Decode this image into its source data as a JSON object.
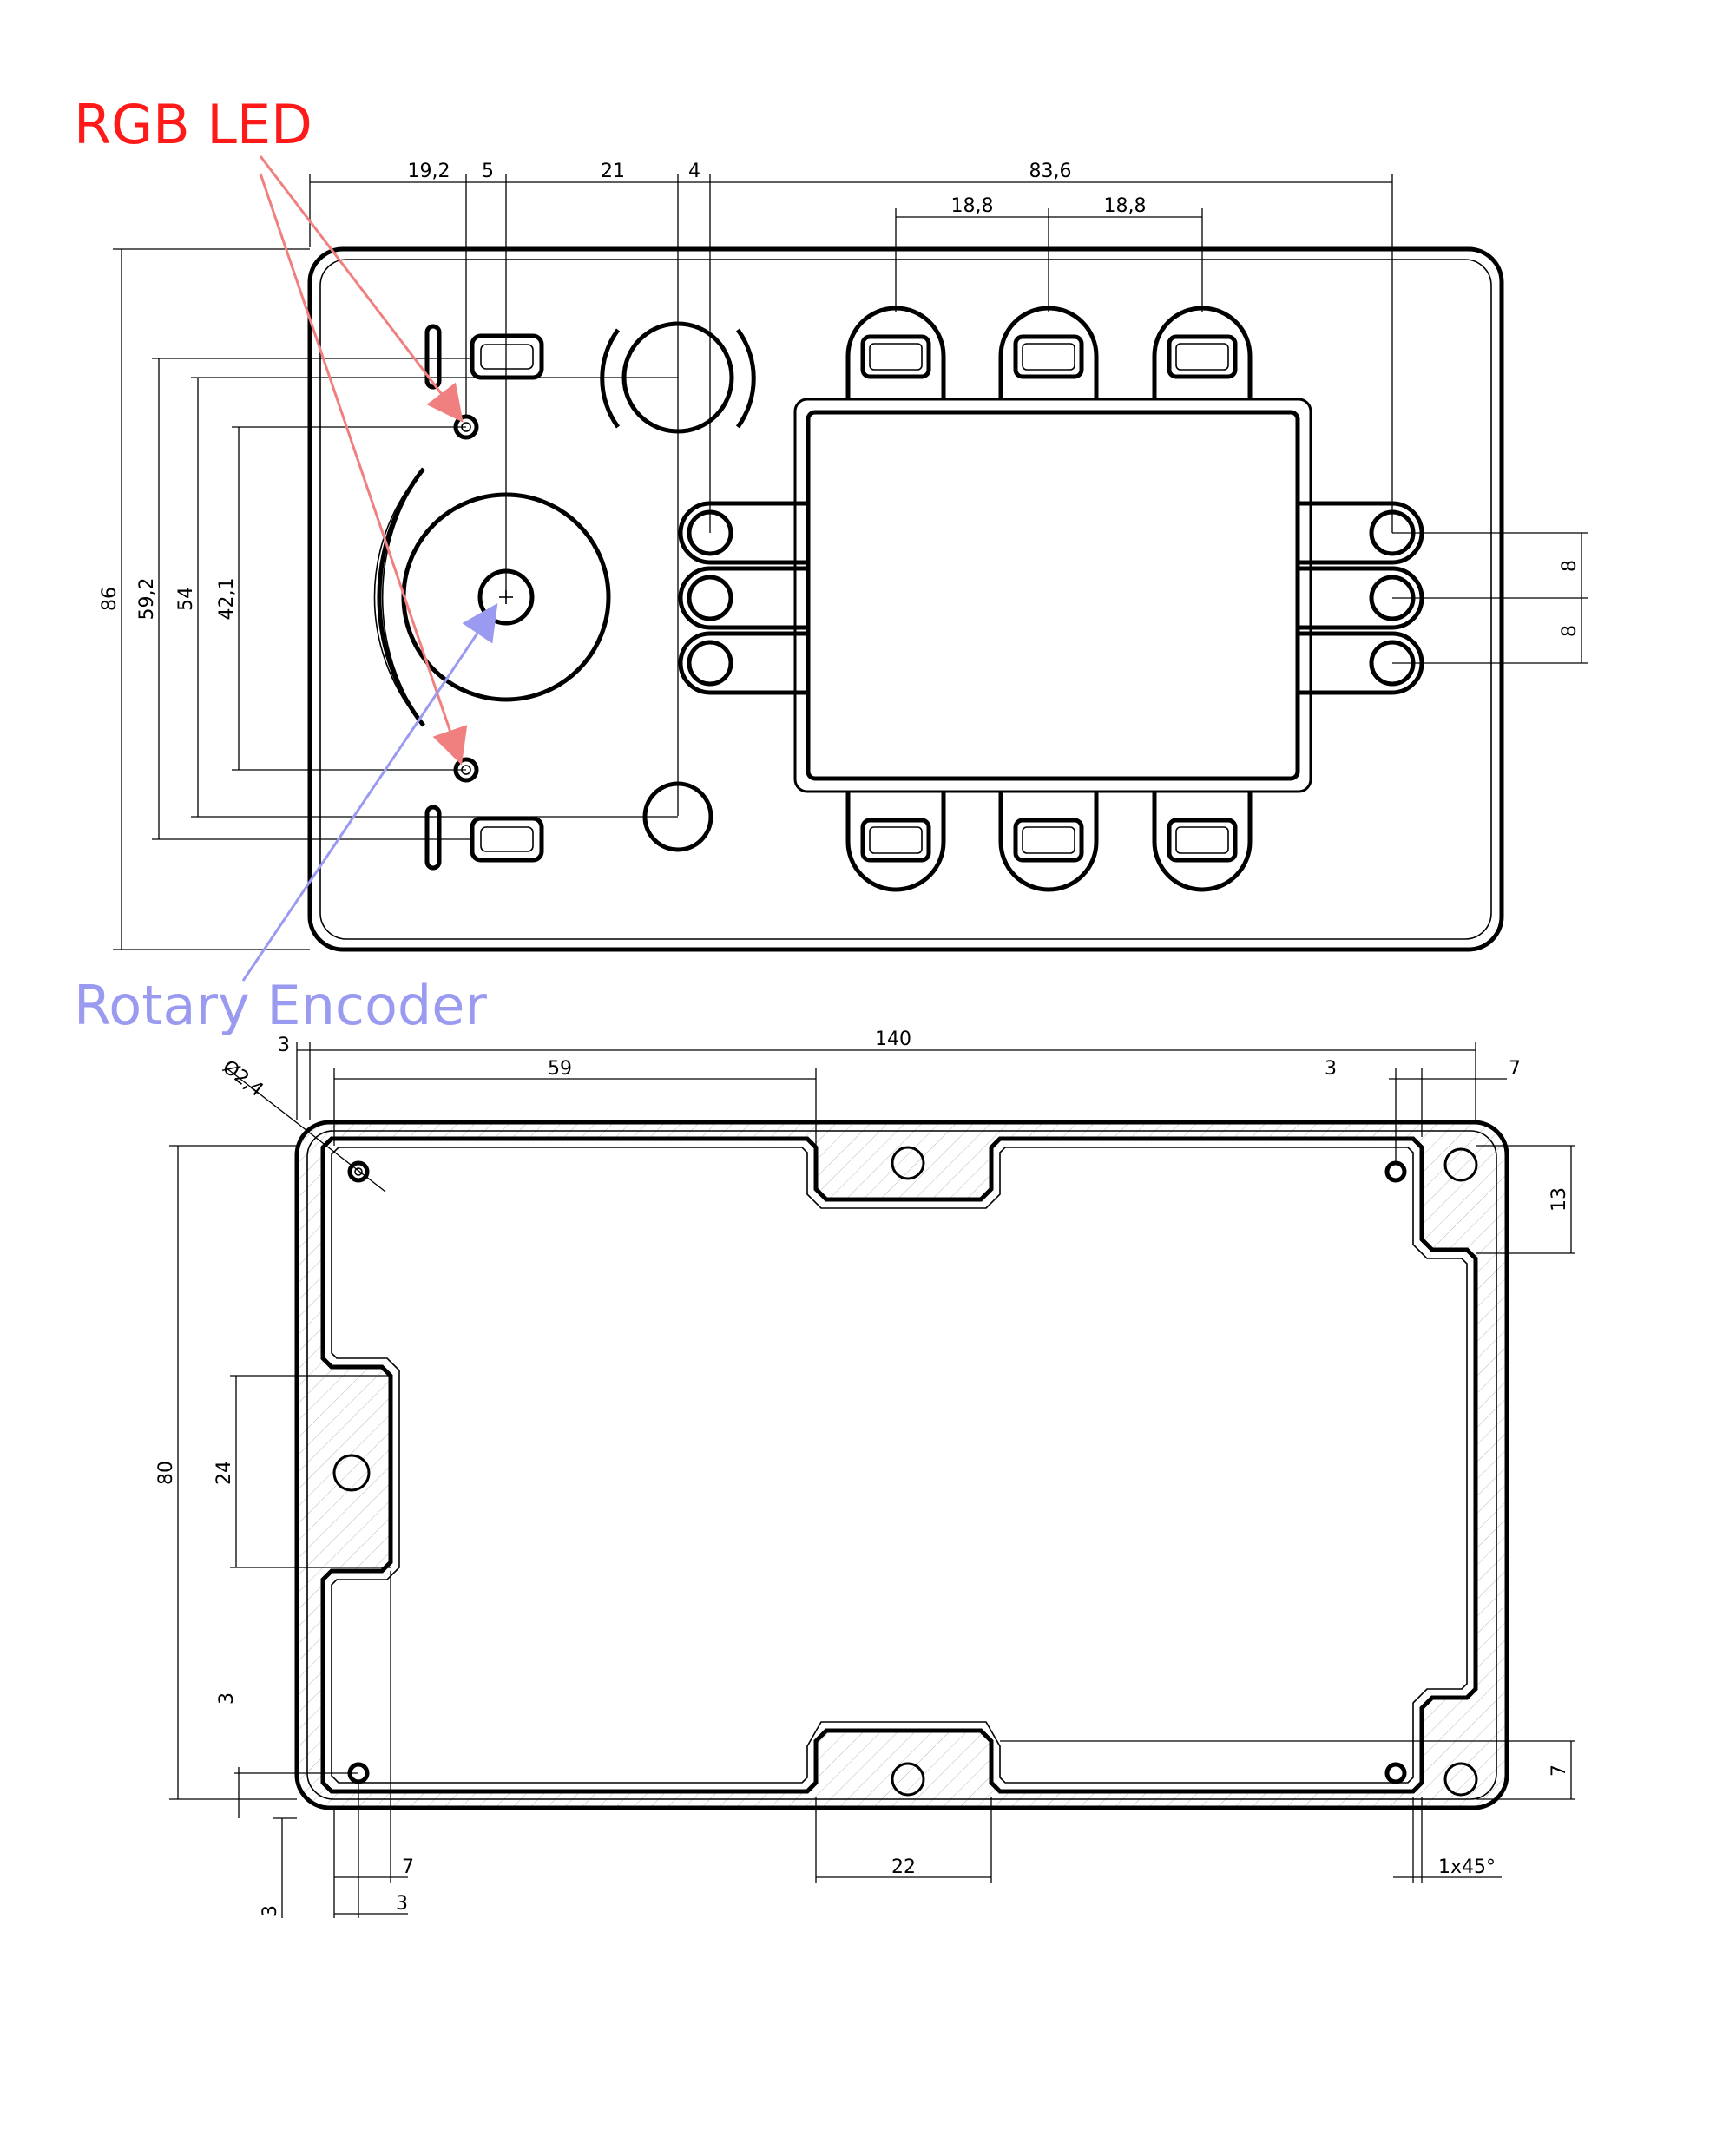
{
  "annotations": {
    "rgb_led": {
      "text": "RGB LED",
      "color": "#ff1a1a"
    },
    "rotary_encoder": {
      "text": "Rotary Encoder",
      "color": "#9a9af0"
    },
    "arrow_red": "#f08080",
    "arrow_blue": "#9a9af0"
  },
  "top_view": {
    "dims_horizontal": [
      "19,2",
      "5",
      "21",
      "4",
      "83,6",
      "18,8",
      "18,8"
    ],
    "dims_vertical_left": [
      "86",
      "59,2",
      "54",
      "42,1"
    ],
    "dims_vertical_right": [
      "8",
      "8"
    ]
  },
  "bottom_view": {
    "dims_horizontal_top": [
      "3",
      "140",
      "59",
      "3",
      "7"
    ],
    "hole_dim": "Ø2,4",
    "dims_vertical_left": [
      "80",
      "24",
      "3",
      "3"
    ],
    "dims_vertical_right": [
      "13",
      "7"
    ],
    "dims_bottom": [
      "7",
      "3",
      "22",
      "1x45°"
    ]
  }
}
